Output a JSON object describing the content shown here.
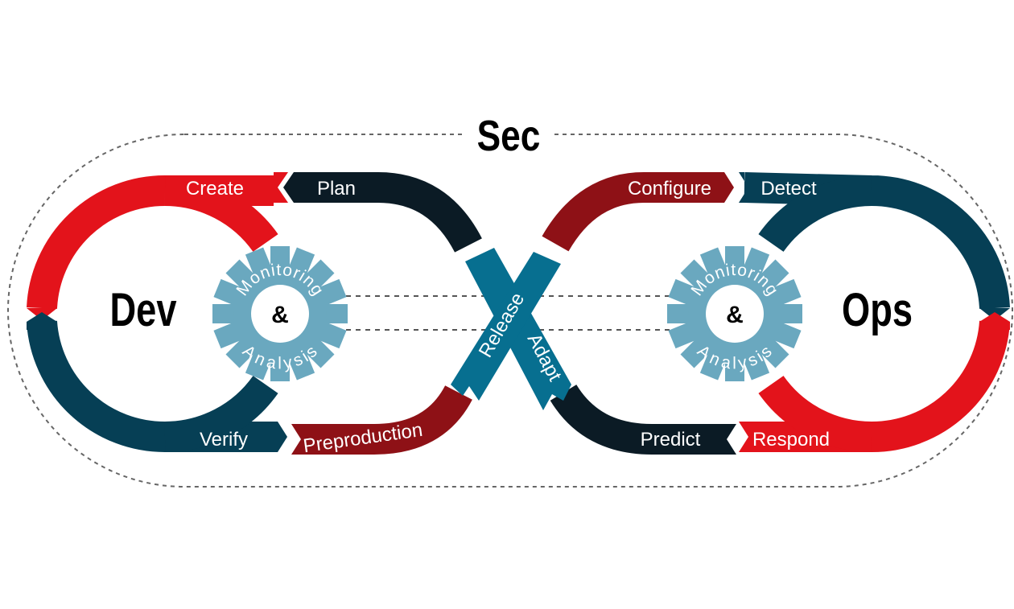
{
  "title": "Sec",
  "left_loop": {
    "label": "Dev",
    "segments": [
      "Create",
      "Plan",
      "Verify",
      "Preproduction"
    ]
  },
  "right_loop": {
    "label": "Ops",
    "segments": [
      "Configure",
      "Detect",
      "Predict",
      "Respond"
    ]
  },
  "center": {
    "release": "Release",
    "adapt": "Adapt"
  },
  "gear": {
    "top": "Monitoring",
    "middle": "&",
    "bottom": "Analysis"
  },
  "colors": {
    "red": "#e3131b",
    "dark_red": "#8e1116",
    "navy": "#063f55",
    "dark_navy": "#0b1b25",
    "teal": "#076f90",
    "gear": "#6aa8bf"
  }
}
